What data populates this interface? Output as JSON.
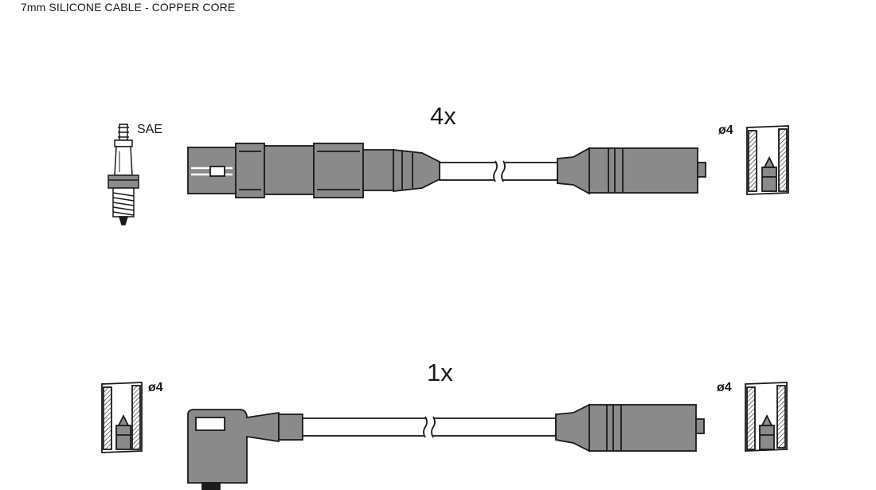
{
  "header": {
    "title": "7mm SILICONE CABLE - COPPER CORE"
  },
  "set_a": {
    "quantity": "4x",
    "spark_plug_label": "SAE",
    "terminal_label": "ø4"
  },
  "set_b": {
    "quantity": "1x",
    "left_terminal_label": "ø4",
    "right_terminal_label": "ø4"
  },
  "colors": {
    "part_fill": "#8a8a8a",
    "part_dark": "#6f6f6f",
    "outline": "#1a1a1a",
    "cable_fill": "#ffffff",
    "plug_white": "#ffffff"
  }
}
